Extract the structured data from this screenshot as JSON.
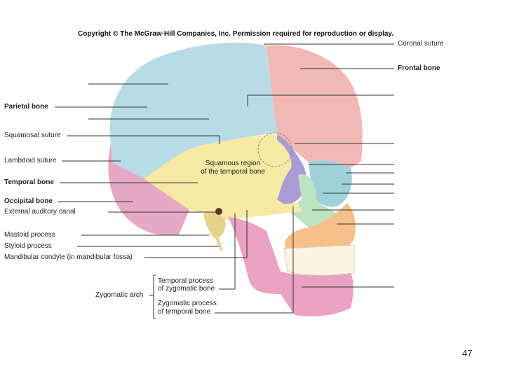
{
  "copyright": "Copyright © The McGraw-Hill Companies, Inc. Permission required for reproduction or display.",
  "page_number": "47",
  "labels": {
    "coronal_suture": "Coronal suture",
    "frontal_bone": "Frontal bone",
    "parietal_bone": "Parietal bone",
    "squamosal_suture": "Squamosal suture",
    "lambdoid_suture": "Lambdoid suture",
    "temporal_bone": "Temporal bone",
    "occipital_bone": "Occipital bone",
    "external_auditory_canal": "External auditory canal",
    "mastoid_process": "Mastoid process",
    "styloid_process": "Styloid process",
    "mandibular_condyle": "Mandibular condyle (in mandibular fossa)",
    "zygomatic_arch": "Zygomatic arch",
    "temporal_process_1": "Temporal process",
    "temporal_process_2": "of zygomatic bone",
    "zygomatic_process_1": "Zygomatic process",
    "zygomatic_process_2": "of temporal bone",
    "squamous_region_1": "Squamous region",
    "squamous_region_2": "of the temporal bone"
  },
  "colors": {
    "parietal": "#b9dbe6",
    "frontal": "#f2b8b3",
    "temporal": "#f6e9a3",
    "occipital": "#e6a8c4",
    "sphenoid": "#a99bd3",
    "zygomatic": "#bde3c0",
    "maxilla": "#f7c08b",
    "mandible": "#e9a2c2",
    "leader": "#333333"
  }
}
